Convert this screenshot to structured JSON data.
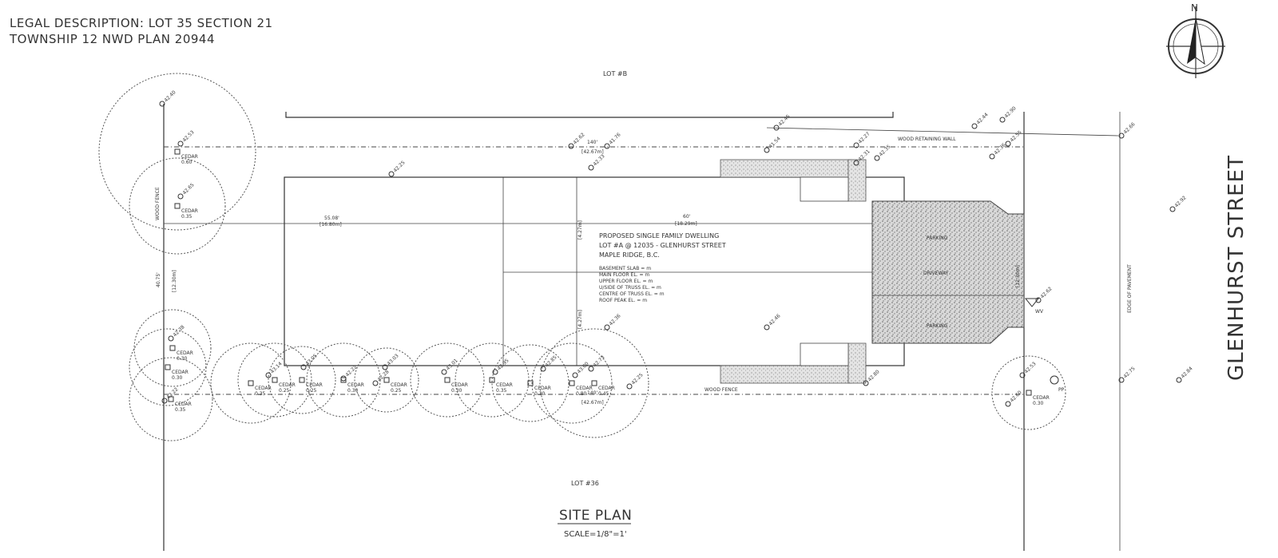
{
  "legal": {
    "line1": "LEGAL DESCRIPTION: LOT 35 SECTION 21",
    "line2": "TOWNSHIP 12 NWD PLAN 20944"
  },
  "lots": {
    "north": "LOT #B",
    "south": "LOT #36"
  },
  "street": "GLENHURST STREET",
  "north_arrow": "N",
  "labels": {
    "wood_retaining_wall": "WOOD RETAINING WALL",
    "wood_fence_bottom": "WOOD FENCE",
    "wood_fence_left": "WOOD FENCE",
    "edge_of_pavement": "EDGE OF PAVEMENT",
    "wv": "WV",
    "pp": "PP"
  },
  "dimensions": {
    "top_ft": "140'",
    "top_m": "[42.67m]",
    "bottom_ft": "140'",
    "bottom_m": "[42.67m]",
    "left_ft": "40.75'",
    "left_m": "[12.30m]",
    "right_m": "[12.30m]",
    "inner_left": "55.08'",
    "inner_left_m": "[16.80m]",
    "inner_mid": "60'",
    "inner_mid_m": "[18.29m]",
    "inner_v1": "[4.27m]",
    "inner_v2": "[4.27m]"
  },
  "dwelling": {
    "title1": "PROPOSED SINGLE FAMILY DWELLING",
    "title2": "LOT #A @ 12035 - GLENHURST STREET",
    "title3": "MAPLE RIDGE, B.C.",
    "notes": [
      "BASEMENT SLAB = m",
      "MAIN FLOOR EL. = m",
      "UPPER FLOOR EL. = m",
      "U/SIDE OF TRUSS EL. = m",
      "CENTRE OF TRUSS EL. = m",
      "ROOF PEAK EL. = m"
    ],
    "driveway": "DRIVEWAY",
    "parking_top": "PARKING",
    "parking_bottom": "PARKING"
  },
  "elevations": [
    "42.40",
    "42.53",
    "42.65",
    "42.25",
    "42.62",
    "41.76",
    "42.33",
    "42.45",
    "41.54",
    "42.27",
    "42.35",
    "42.31",
    "42.44",
    "42.90",
    "42.55",
    "42.36",
    "42.46",
    "42.92",
    "42.62",
    "42.66",
    "42.36",
    "42.38",
    "42.22",
    "43.14",
    "43.05",
    "43.03",
    "43.01",
    "42.95",
    "42.85",
    "42.73",
    "42.25",
    "42.53",
    "42.60",
    "42.75",
    "42.84",
    "42.80",
    "42.22",
    "42.28",
    "43.00"
  ],
  "trees": [
    {
      "species": "CEDAR",
      "size": "0.60"
    },
    {
      "species": "CEDAR",
      "size": "0.35"
    },
    {
      "species": "CEDAR",
      "size": "0.30"
    },
    {
      "species": "CEDAR",
      "size": "0.30"
    },
    {
      "species": "CEDAR",
      "size": "0.35"
    },
    {
      "species": "CEDAR",
      "size": "0.35"
    },
    {
      "species": "CEDAR",
      "size": "0.25"
    },
    {
      "species": "CEDAR",
      "size": "0.25"
    },
    {
      "species": "CEDAR",
      "size": "0.30"
    },
    {
      "species": "CEDAR",
      "size": "0.25"
    },
    {
      "species": "CEDAR",
      "size": "0.30"
    },
    {
      "species": "CEDAR",
      "size": "0.35"
    },
    {
      "species": "CEDAR",
      "size": "0.30"
    },
    {
      "species": "CEDAR",
      "size": "0.80"
    },
    {
      "species": "CEDAR",
      "size": "0.45"
    },
    {
      "species": "CEDAR",
      "size": "0.30"
    }
  ],
  "title": {
    "main": "SITE PLAN",
    "scale": "SCALE=1/8\"=1'"
  }
}
